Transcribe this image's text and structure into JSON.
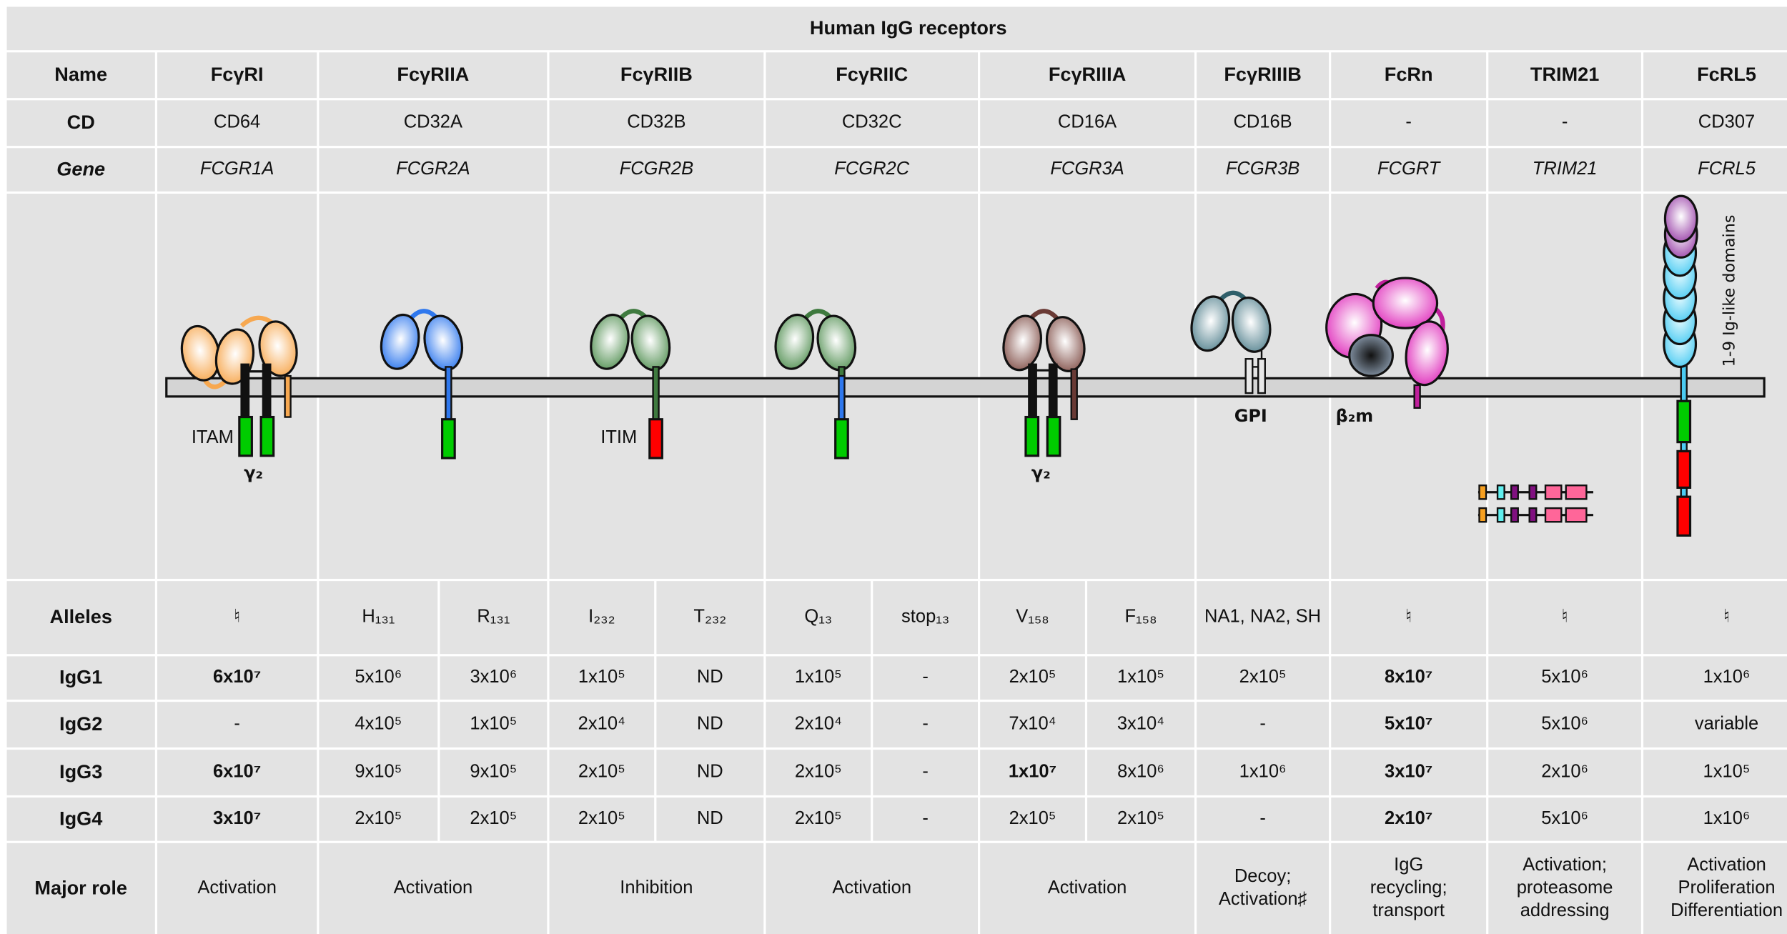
{
  "title": "Human IgG receptors",
  "row_labels": {
    "name": "Name",
    "cd": "CD",
    "gene": "Gene",
    "alleles": "Alleles",
    "igg1": "IgG1",
    "igg2": "IgG2",
    "igg3": "IgG3",
    "igg4": "IgG4",
    "role": "Major role"
  },
  "receptors": [
    {
      "name": "FcγRI",
      "cd": "CD64",
      "gene": "FCGR1A",
      "role": "Activation"
    },
    {
      "name": "FcγRIIA",
      "cd": "CD32A",
      "gene": "FCGR2A",
      "role": "Activation"
    },
    {
      "name": "FcγRIIB",
      "cd": "CD32B",
      "gene": "FCGR2B",
      "role": "Inhibition"
    },
    {
      "name": "FcγRIIC",
      "cd": "CD32C",
      "gene": "FCGR2C",
      "role": "Activation"
    },
    {
      "name": "FcγRIIIA",
      "cd": "CD16A",
      "gene": "FCGR3A",
      "role": "Activation"
    },
    {
      "name": "FcγRIIIB",
      "cd": "CD16B",
      "gene": "FCGR3B",
      "role": "Decoy; Activation♯"
    },
    {
      "name": "FcRn",
      "cd": "-",
      "gene": "FCGRT",
      "role": "IgG recycling; transport"
    },
    {
      "name": "TRIM21",
      "cd": "-",
      "gene": "TRIM21",
      "role": "Activation; proteasome addressing"
    },
    {
      "name": "FcRL5",
      "cd": "CD307",
      "gene": "FCRL5",
      "role": "Activation Proliferation Differentiation"
    }
  ],
  "alleles": [
    "♮",
    "H₁₃₁",
    "R₁₃₁",
    "I₂₃₂",
    "T₂₃₂",
    "Q₁₃",
    "stop₁₃",
    "V₁₅₈",
    "F₁₅₈",
    "NA1, NA2, SH",
    "♮",
    "♮",
    "♮"
  ],
  "affinity": {
    "igg1": [
      "6x10⁷",
      "5x10⁶",
      "3x10⁶",
      "1x10⁵",
      "ND",
      "1x10⁵",
      "-",
      "2x10⁵",
      "1x10⁵",
      "2x10⁵",
      "8x10⁷",
      "5x10⁶",
      "1x10⁶"
    ],
    "igg2": [
      "-",
      "4x10⁵",
      "1x10⁵",
      "2x10⁴",
      "ND",
      "2x10⁴",
      "-",
      "7x10⁴",
      "3x10⁴",
      "-",
      "5x10⁷",
      "5x10⁶",
      "variable"
    ],
    "igg3": [
      "6x10⁷",
      "9x10⁵",
      "9x10⁵",
      "2x10⁵",
      "ND",
      "2x10⁵",
      "-",
      "1x10⁷",
      "8x10⁶",
      "1x10⁶",
      "3x10⁷",
      "2x10⁶",
      "1x10⁵"
    ],
    "igg4": [
      "3x10⁷",
      "2x10⁵",
      "2x10⁵",
      "2x10⁵",
      "ND",
      "2x10⁵",
      "-",
      "2x10⁵",
      "2x10⁵",
      "-",
      "2x10⁷",
      "5x10⁶",
      "1x10⁶"
    ]
  },
  "diagram_labels": {
    "itam": "ITAM",
    "itim": "ITIM",
    "gamma2_a": "γ₂",
    "gamma2_b": "γ₂",
    "gpi": "GPI",
    "b2m": "β₂m",
    "ig_domains": "1-9 Ig-like domains"
  },
  "colors": {
    "cell_bg": "#e3e3e3",
    "fcgr1": "#f7b36a",
    "fcgr2a": "#3b82f0",
    "fcgr2b": "#5e9a5e",
    "fcgr3a": "#8a5a55",
    "fcgr3b": "#5f8a96",
    "fcrn": "#e040c0",
    "fcrl5_top": "#a050b0",
    "fcrl5_ig": "#50d0f5",
    "itam": "#00cc00",
    "itim": "#ff0000"
  }
}
